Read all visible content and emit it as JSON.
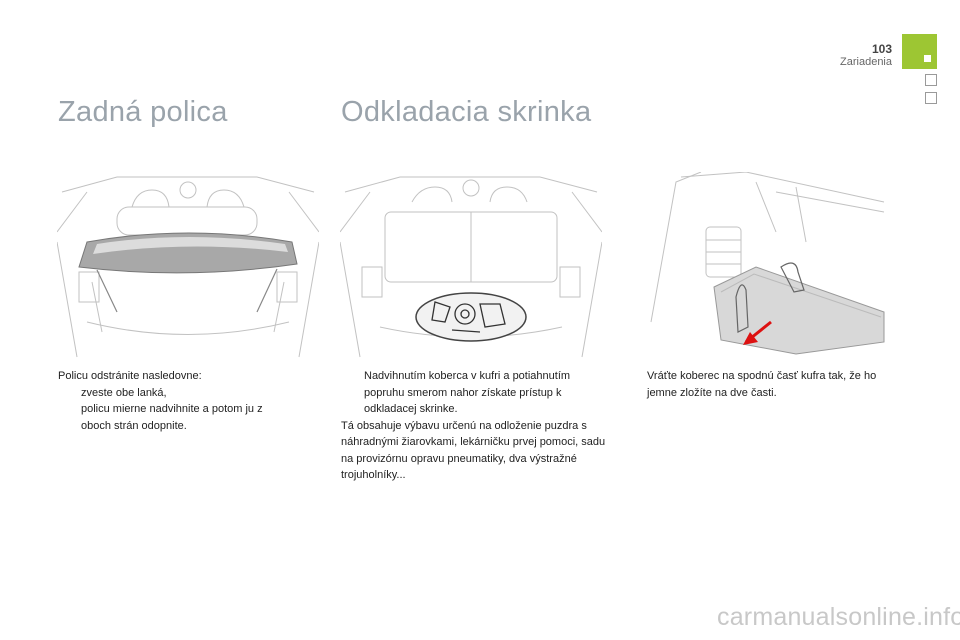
{
  "header": {
    "page_number": "103",
    "section": "Zariadenia"
  },
  "sections": {
    "rear_shelf": {
      "title": "Zadná polica",
      "intro": "Policu odstránite nasledovne:",
      "steps": [
        "zveste obe lanká,",
        "policu mierne nadvihnite a potom ju z oboch strán odopnite."
      ]
    },
    "storage_box": {
      "title": "Odkladacia skrinka",
      "steps": [
        "Nadvihnutím koberca v kufri a potiahnutím popruhu smerom nahor získate prístup k odkladacej skrinke."
      ],
      "description": "Tá obsahuje výbavu určenú na odloženie puzdra s náhradnými žiarovkami, lekárničku prvej pomoci, sadu na provizórnu opravu pneumatiky, dva výstražné trojuholníky...",
      "steps_2": [
        "Vráťte koberec na spodnú časť kufra tak, že ho jemne zložíte na dve časti."
      ]
    }
  },
  "bullet_symbol": "",
  "icons": {
    "illustration_1": "trunk-shelf-illustration",
    "illustration_2": "storage-compartment-illustration",
    "illustration_3": "fold-carpet-illustration"
  },
  "colors": {
    "chapter_tab": "#9dc633",
    "title": "#9aa3ab"
  },
  "watermark": "carmanualsonline.info"
}
